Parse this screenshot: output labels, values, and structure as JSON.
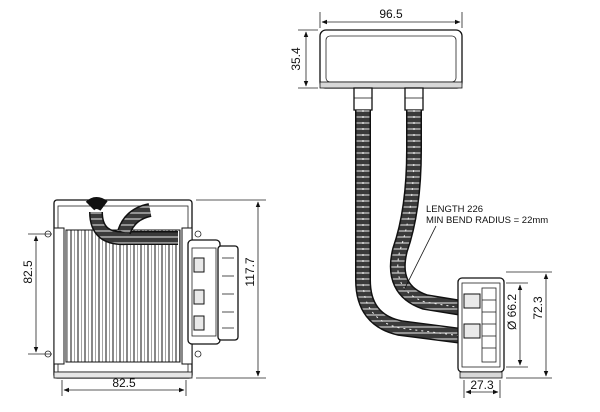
{
  "drawing": {
    "dimensions": {
      "pump_width": "96.5",
      "pump_height": "35.4",
      "radiator_height": "82.5",
      "radiator_overall_height": "117.7",
      "radiator_width": "82.5",
      "block_diameter": "Ø 66.2",
      "block_height": "72.3",
      "block_depth": "27.3"
    },
    "callout": {
      "line1": "LENGTH 226",
      "line2": "MIN BEND RADIUS = 22mm"
    }
  }
}
